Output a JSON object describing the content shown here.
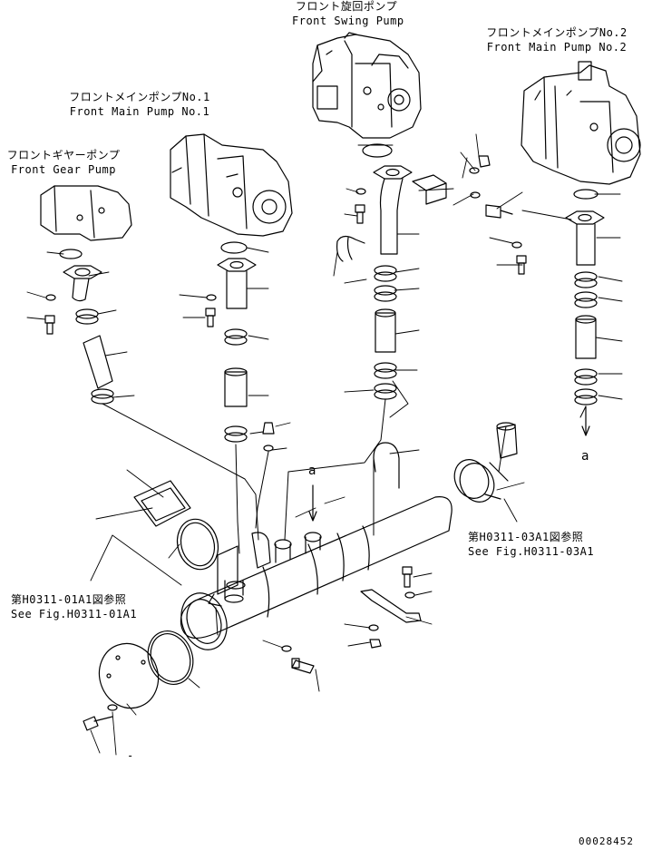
{
  "labels": {
    "swing_pump_jp": "フロント旋回ポンプ",
    "swing_pump_en": "Front Swing Pump",
    "main_pump2_jp": "フロントメインポンプNo.2",
    "main_pump2_en": "Front Main Pump No.2",
    "main_pump1_jp": "フロントメインポンプNo.1",
    "main_pump1_en": "Front Main Pump No.1",
    "gear_pump_jp": "フロントギヤーポンプ",
    "gear_pump_en": "Front Gear Pump",
    "ref_a1_jp": "第H0311-01A1図参照",
    "ref_a1_en": "See Fig.H0311-01A1",
    "ref_a3_jp": "第H0311-03A1図参照",
    "ref_a3_en": "See Fig.H0311-03A1",
    "connector_a_top": "a",
    "connector_a_right": "a",
    "dash_mark": "-",
    "drawing_number": "00028452"
  }
}
